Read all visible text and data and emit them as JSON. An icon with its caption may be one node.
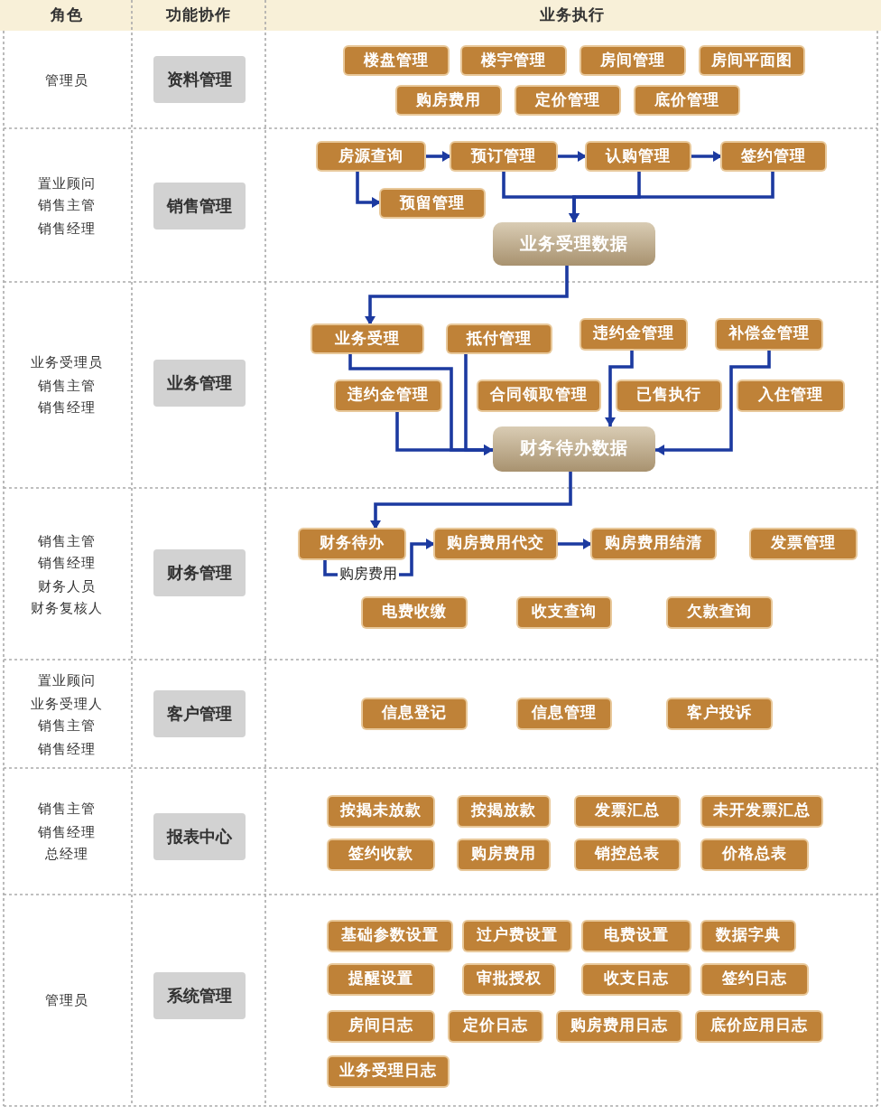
{
  "diagram": {
    "nodes": [
      {
        "text": [
          "资料管理"
        ]
      },
      {
        "text": [
          "楼盘管理"
        ]
      },
      {
        "text": [
          "楼宇管理"
        ]
      },
      {
        "text": [
          "房间管理"
        ]
      },
      {
        "text": [
          "房间平面图"
        ]
      },
      {
        "text": [
          "购房费用"
        ]
      },
      {
        "text": [
          "定价管理"
        ]
      },
      {
        "text": [
          "底价管理"
        ]
      },
      {
        "text": [
          "销售管理"
        ]
      },
      {
        "text": [
          "房源查询"
        ]
      },
      {
        "text": [
          "预订管理"
        ]
      },
      {
        "text": [
          "认购管理"
        ]
      },
      {
        "text": [
          "签约管理"
        ]
      },
      {
        "text": [
          "预留管理"
        ]
      },
      {
        "text": [
          "业务受理数据"
        ]
      },
      {
        "text": [
          "业务管理"
        ]
      },
      {
        "text": [
          "业务受理"
        ]
      },
      {
        "text": [
          "抵付管理"
        ]
      },
      {
        "text": [
          "违约金管理"
        ]
      },
      {
        "text": [
          "补偿金管理"
        ]
      },
      {
        "text": [
          "违约金管理"
        ]
      },
      {
        "text": [
          "合同领取管理"
        ]
      },
      {
        "text": [
          "已售执行"
        ]
      },
      {
        "text": [
          "入住管理"
        ]
      },
      {
        "text": [
          "财务待办数据"
        ]
      },
      {
        "text": [
          "财务管理"
        ]
      },
      {
        "text": [
          "财务待办"
        ]
      },
      {
        "text": [
          "购房费用代交"
        ]
      },
      {
        "text": [
          "购房费用结清"
        ]
      },
      {
        "text": [
          "发票管理"
        ]
      },
      {
        "text": [
          "电费收缴"
        ]
      },
      {
        "text": [
          "收支查询"
        ]
      },
      {
        "text": [
          "欠款查询"
        ]
      },
      {
        "text": [
          "客户管理"
        ]
      },
      {
        "text": [
          "信息登记"
        ]
      },
      {
        "text": [
          "信息管理"
        ]
      },
      {
        "text": [
          "客户投诉"
        ]
      },
      {
        "text": [
          "报表中心"
        ]
      },
      {
        "text": [
          "按揭未放款"
        ]
      },
      {
        "text": [
          "按揭放款"
        ]
      },
      {
        "text": [
          "发票汇总"
        ]
      },
      {
        "text": [
          "未开发票汇总"
        ]
      },
      {
        "text": [
          "签约收款"
        ]
      },
      {
        "text": [
          "购房费用"
        ]
      },
      {
        "text": [
          "销控总表"
        ]
      },
      {
        "text": [
          "价格总表"
        ]
      },
      {
        "text": [
          "系统管理"
        ]
      },
      {
        "text": [
          "基础参数设置"
        ]
      },
      {
        "text": [
          "过户费设置"
        ]
      },
      {
        "text": [
          "电费设置"
        ]
      },
      {
        "text": [
          "数据字典"
        ]
      },
      {
        "text": [
          "提醒设置"
        ]
      },
      {
        "text": [
          "审批授权"
        ]
      },
      {
        "text": [
          "收支日志"
        ]
      },
      {
        "text": [
          "签约日志"
        ]
      },
      {
        "text": [
          "房间日志"
        ]
      },
      {
        "text": [
          "定价日志"
        ]
      },
      {
        "text": [
          "购房费用日志"
        ]
      },
      {
        "text": [
          "底价应用日志"
        ]
      },
      {
        "text": [
          "业务受理日志"
        ]
      }
    ],
    "edges": [
      {
        "from": 9,
        "to": 10,
        "arrow": "to"
      },
      {
        "from": 10,
        "to": 11,
        "arrow": "to"
      },
      {
        "from": 11,
        "to": 12,
        "arrow": "to"
      },
      {
        "from": 9,
        "to": 13,
        "arrow": "to"
      },
      {
        "from": 10,
        "to": 14,
        "arrow": "to"
      },
      {
        "from": 11,
        "to": 14,
        "arrow": "to"
      },
      {
        "from": 12,
        "to": 14,
        "arrow": "to"
      },
      {
        "from": 14,
        "to": 16,
        "arrow": "to"
      },
      {
        "from": 16,
        "to": 24,
        "arrow": "to"
      },
      {
        "from": 17,
        "to": 24,
        "arrow": "to"
      },
      {
        "from": 20,
        "to": 24,
        "arrow": "to"
      },
      {
        "from": 18,
        "to": 24,
        "arrow": "to"
      },
      {
        "from": 19,
        "to": 24,
        "arrow": "to"
      },
      {
        "from": 24,
        "to": 26,
        "arrow": "to"
      },
      {
        "from": 26,
        "to": 27,
        "arrow": "to",
        "label": "购房费用"
      },
      {
        "from": 27,
        "to": 28,
        "arrow": "to"
      }
    ],
    "labels": [
      "角色",
      "功能协作",
      "业务执行",
      "管理员",
      "置业顾问",
      "销售主管",
      "销售经理",
      "业务受理员",
      "销售主管",
      "销售经理",
      "销售主管",
      "销售经理",
      "财务人员",
      "财务复核人",
      "置业顾问",
      "业务受理人",
      "销售主管",
      "销售经理",
      "销售主管",
      "销售经理",
      "总经理",
      "管理员"
    ]
  }
}
